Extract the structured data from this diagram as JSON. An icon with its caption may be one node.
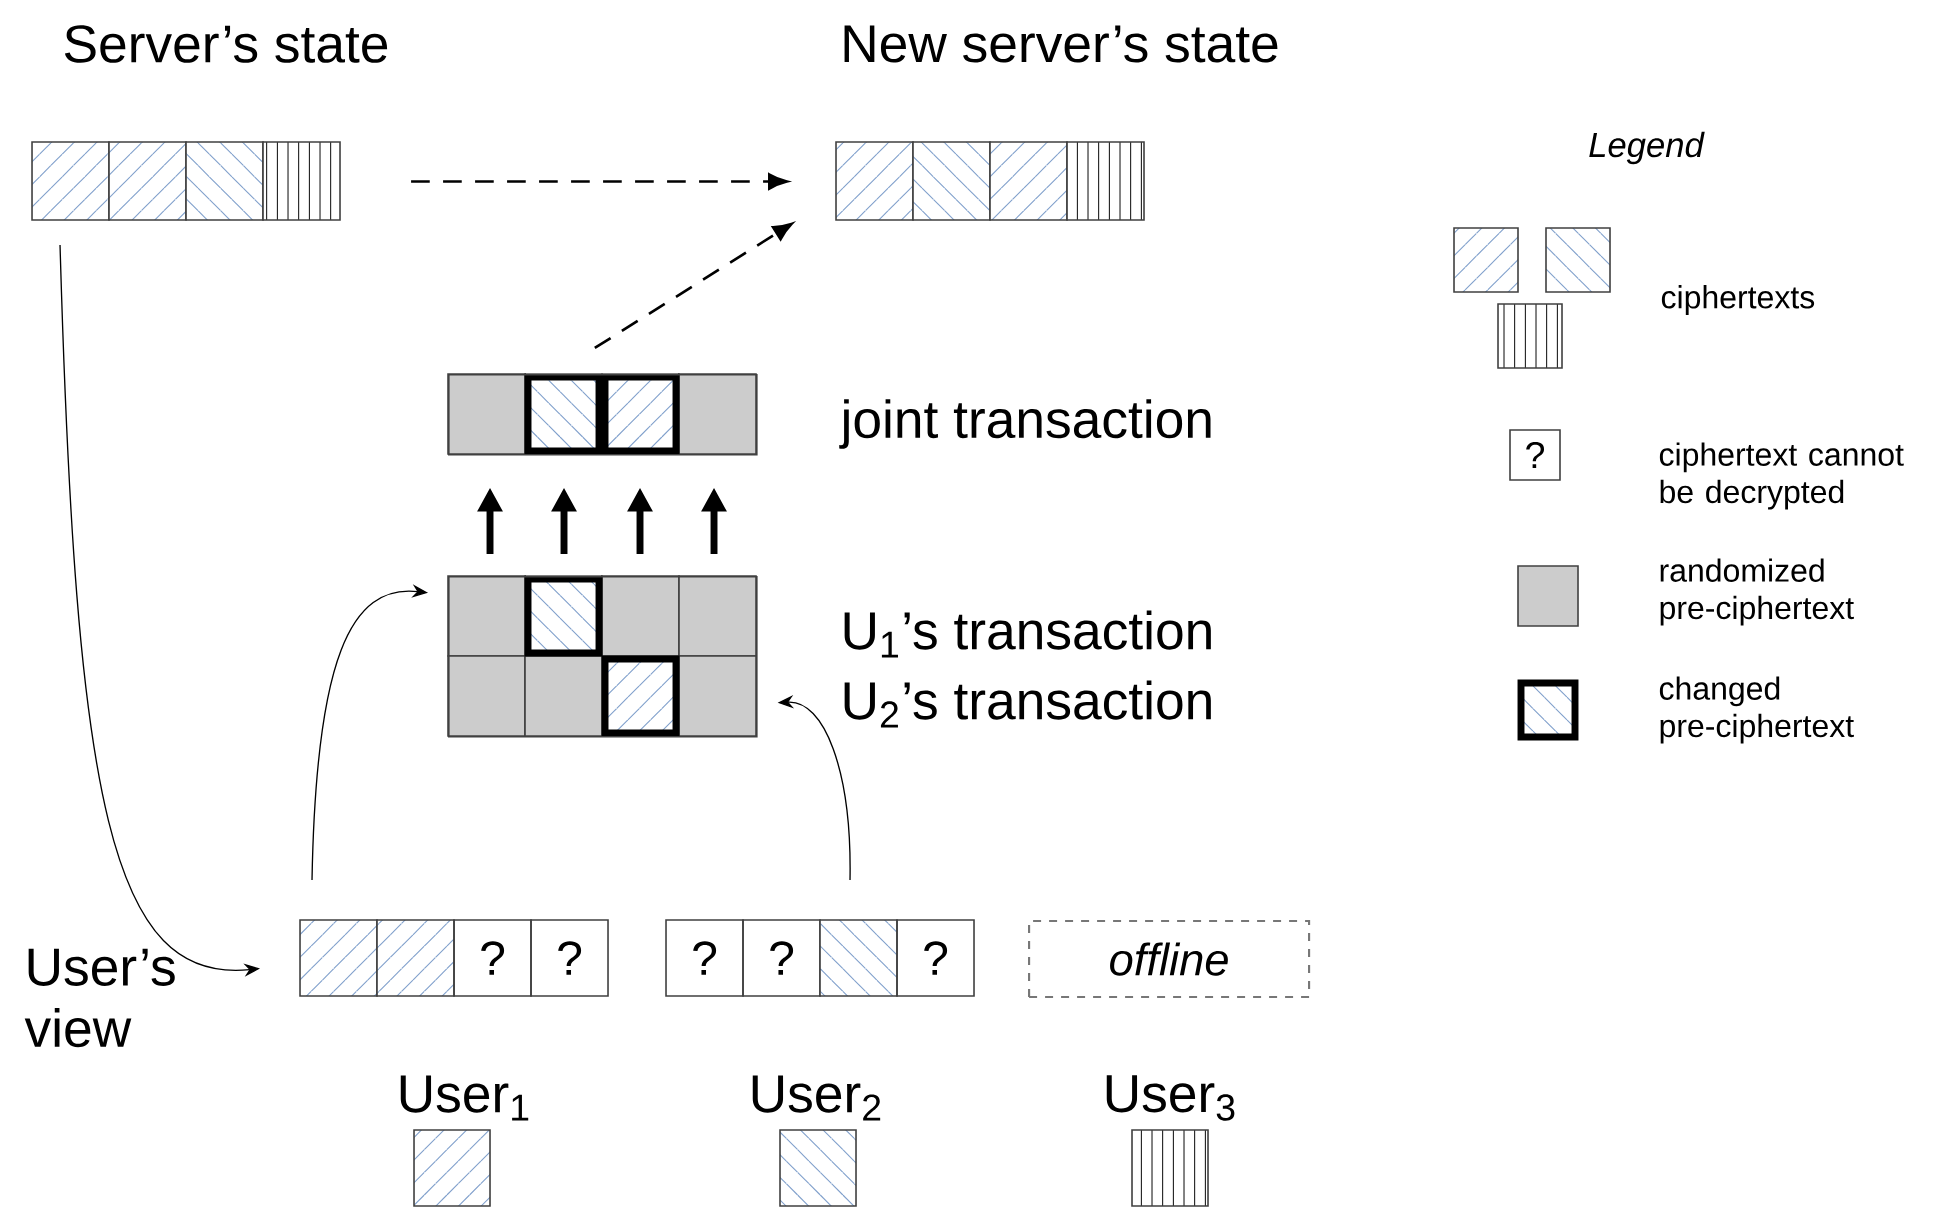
{
  "diagram": {
    "nodes": [
      {
        "text": [
          "Server’s state"
        ]
      },
      {
        "text": [
          "New server’s state"
        ]
      },
      {
        "text": [],
        "shape": "box",
        "beside": [
          "joint transaction"
        ]
      },
      {
        "text": [],
        "shape": "box",
        "beside": [
          "U$_{1}$’s transaction",
          "U$_{2}$’s transaction"
        ]
      },
      {
        "text": [
          "?",
          "?"
        ]
      },
      {
        "text": [
          "?",
          "?",
          "?"
        ]
      },
      {
        "text": [
          "offline"
        ]
      },
      {
        "text": [
          "User$_{1}$"
        ]
      },
      {
        "text": [
          "User$_{2}$"
        ]
      },
      {
        "text": [
          "User$_{3}$"
        ]
      }
    ],
    "edges": [
      {
        "from": 0,
        "to": 1,
        "arrow": "to",
        "style": "dashed"
      },
      {
        "from": 2,
        "to": 1,
        "arrow": "to",
        "style": "dashed"
      },
      {
        "from": 0,
        "to": 4,
        "arrow": "to"
      },
      {
        "from": 4,
        "to": 3,
        "arrow": "to"
      },
      {
        "from": 5,
        "to": 3,
        "arrow": "to"
      },
      {
        "from": 3,
        "to": 2,
        "arrow": "to",
        "style": "thick"
      },
      {
        "from": 3,
        "to": 2,
        "arrow": "to",
        "style": "thick"
      },
      {
        "from": 3,
        "to": 2,
        "arrow": "to",
        "style": "thick"
      },
      {
        "from": 3,
        "to": 2,
        "arrow": "to",
        "style": "thick"
      }
    ],
    "labels": [
      "Legend",
      "?",
      "User’s view"
    ],
    "legend": [
      {
        "text": "ciphertexts"
      },
      {
        "text": "ciphertext cannot be decrypted"
      },
      {
        "text": "randomized pre-ciphertext"
      },
      {
        "text": "changed pre-ciphertext"
      }
    ]
  }
}
